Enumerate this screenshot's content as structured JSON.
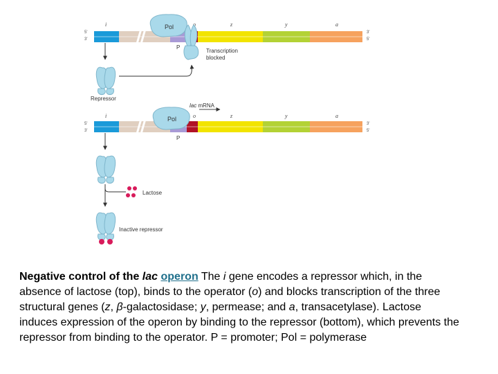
{
  "diagram": {
    "top": {
      "gene_labels": {
        "i": "i",
        "o": "o",
        "z": "z",
        "y": "y",
        "a": "a"
      },
      "strand_left": {
        "top": "5'",
        "bottom": "3'"
      },
      "strand_right": {
        "top": "3'",
        "bottom": "5'"
      },
      "pol": "Pol",
      "promoter": "P",
      "blocked": [
        "Transcription",
        "blocked"
      ],
      "repressor": "Repressor"
    },
    "bottom": {
      "mrna_italic": "lac",
      "mrna_rest": " mRNA",
      "gene_labels": {
        "i": "i",
        "o": "o",
        "z": "z",
        "y": "y",
        "a": "a"
      },
      "strand_left": {
        "top": "5'",
        "bottom": "3'"
      },
      "strand_right": {
        "top": "3'",
        "bottom": "5'"
      },
      "pol": "Pol",
      "promoter": "P",
      "lactose": "Lactose",
      "inactive": "Inactive repressor"
    },
    "colors": {
      "i_gene": "#1a9ad9",
      "spacer": "#e0cfc0",
      "promoter": "#a89ad6",
      "operator": "#b11226",
      "z_gene": "#f2e400",
      "y_gene": "#b3d235",
      "a_gene": "#f6a25e",
      "protein": "#a9d9ea",
      "lactose": "#d81b5b"
    }
  },
  "caption": {
    "title_start": "Negative control of the ",
    "title_lac": "lac",
    "title_space": " ",
    "link": "operon",
    "s1": " The ",
    "i": "i",
    "s2": " gene encodes a repressor which, in the absence of lactose (top), binds to the operator (",
    "o": "o",
    "s3": ") and blocks transcription of the three structural genes (",
    "z": "z",
    "s4": ", ",
    "beta": "β",
    "s5": "-galactosidase; ",
    "y": "y",
    "s6": ", permease; and ",
    "a": "a",
    "s7": ", transacetylase). Lactose induces expression of the operon by binding to the repressor (bottom), which prevents the repressor from binding to the operator. P = promoter; Pol = polymerase"
  }
}
